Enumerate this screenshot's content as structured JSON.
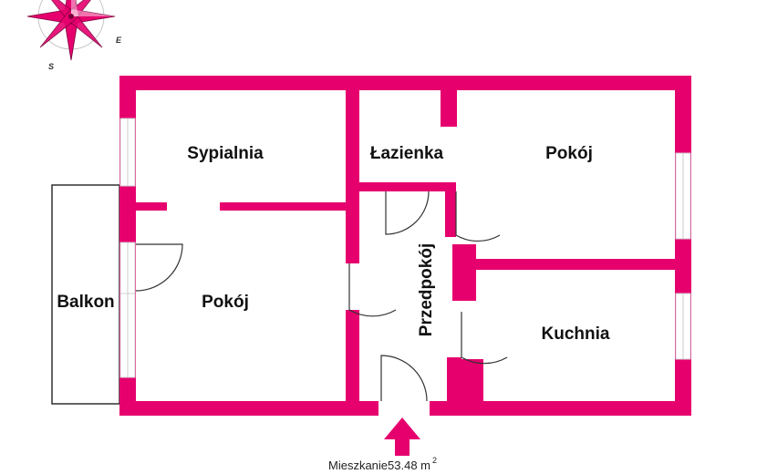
{
  "colors": {
    "wall": "#e6006e",
    "window": "#ffffff",
    "door_line": "#333333",
    "text": "#111111"
  },
  "compass": {
    "letter_e": "E",
    "letter_s": "S"
  },
  "rooms": {
    "sypialnia": "Sypialnia",
    "lazienka": "Łazienka",
    "pokoj_right": "Pokój",
    "pokoj_left": "Pokój",
    "przedpokoj": "Przedpokój",
    "kuchnia": "Kuchnia",
    "balkon": "Balkon"
  },
  "entrance_arrow": "arrow-up-icon",
  "area_label": {
    "text": "Mieszkanie53.48 m",
    "superscript": "2"
  }
}
